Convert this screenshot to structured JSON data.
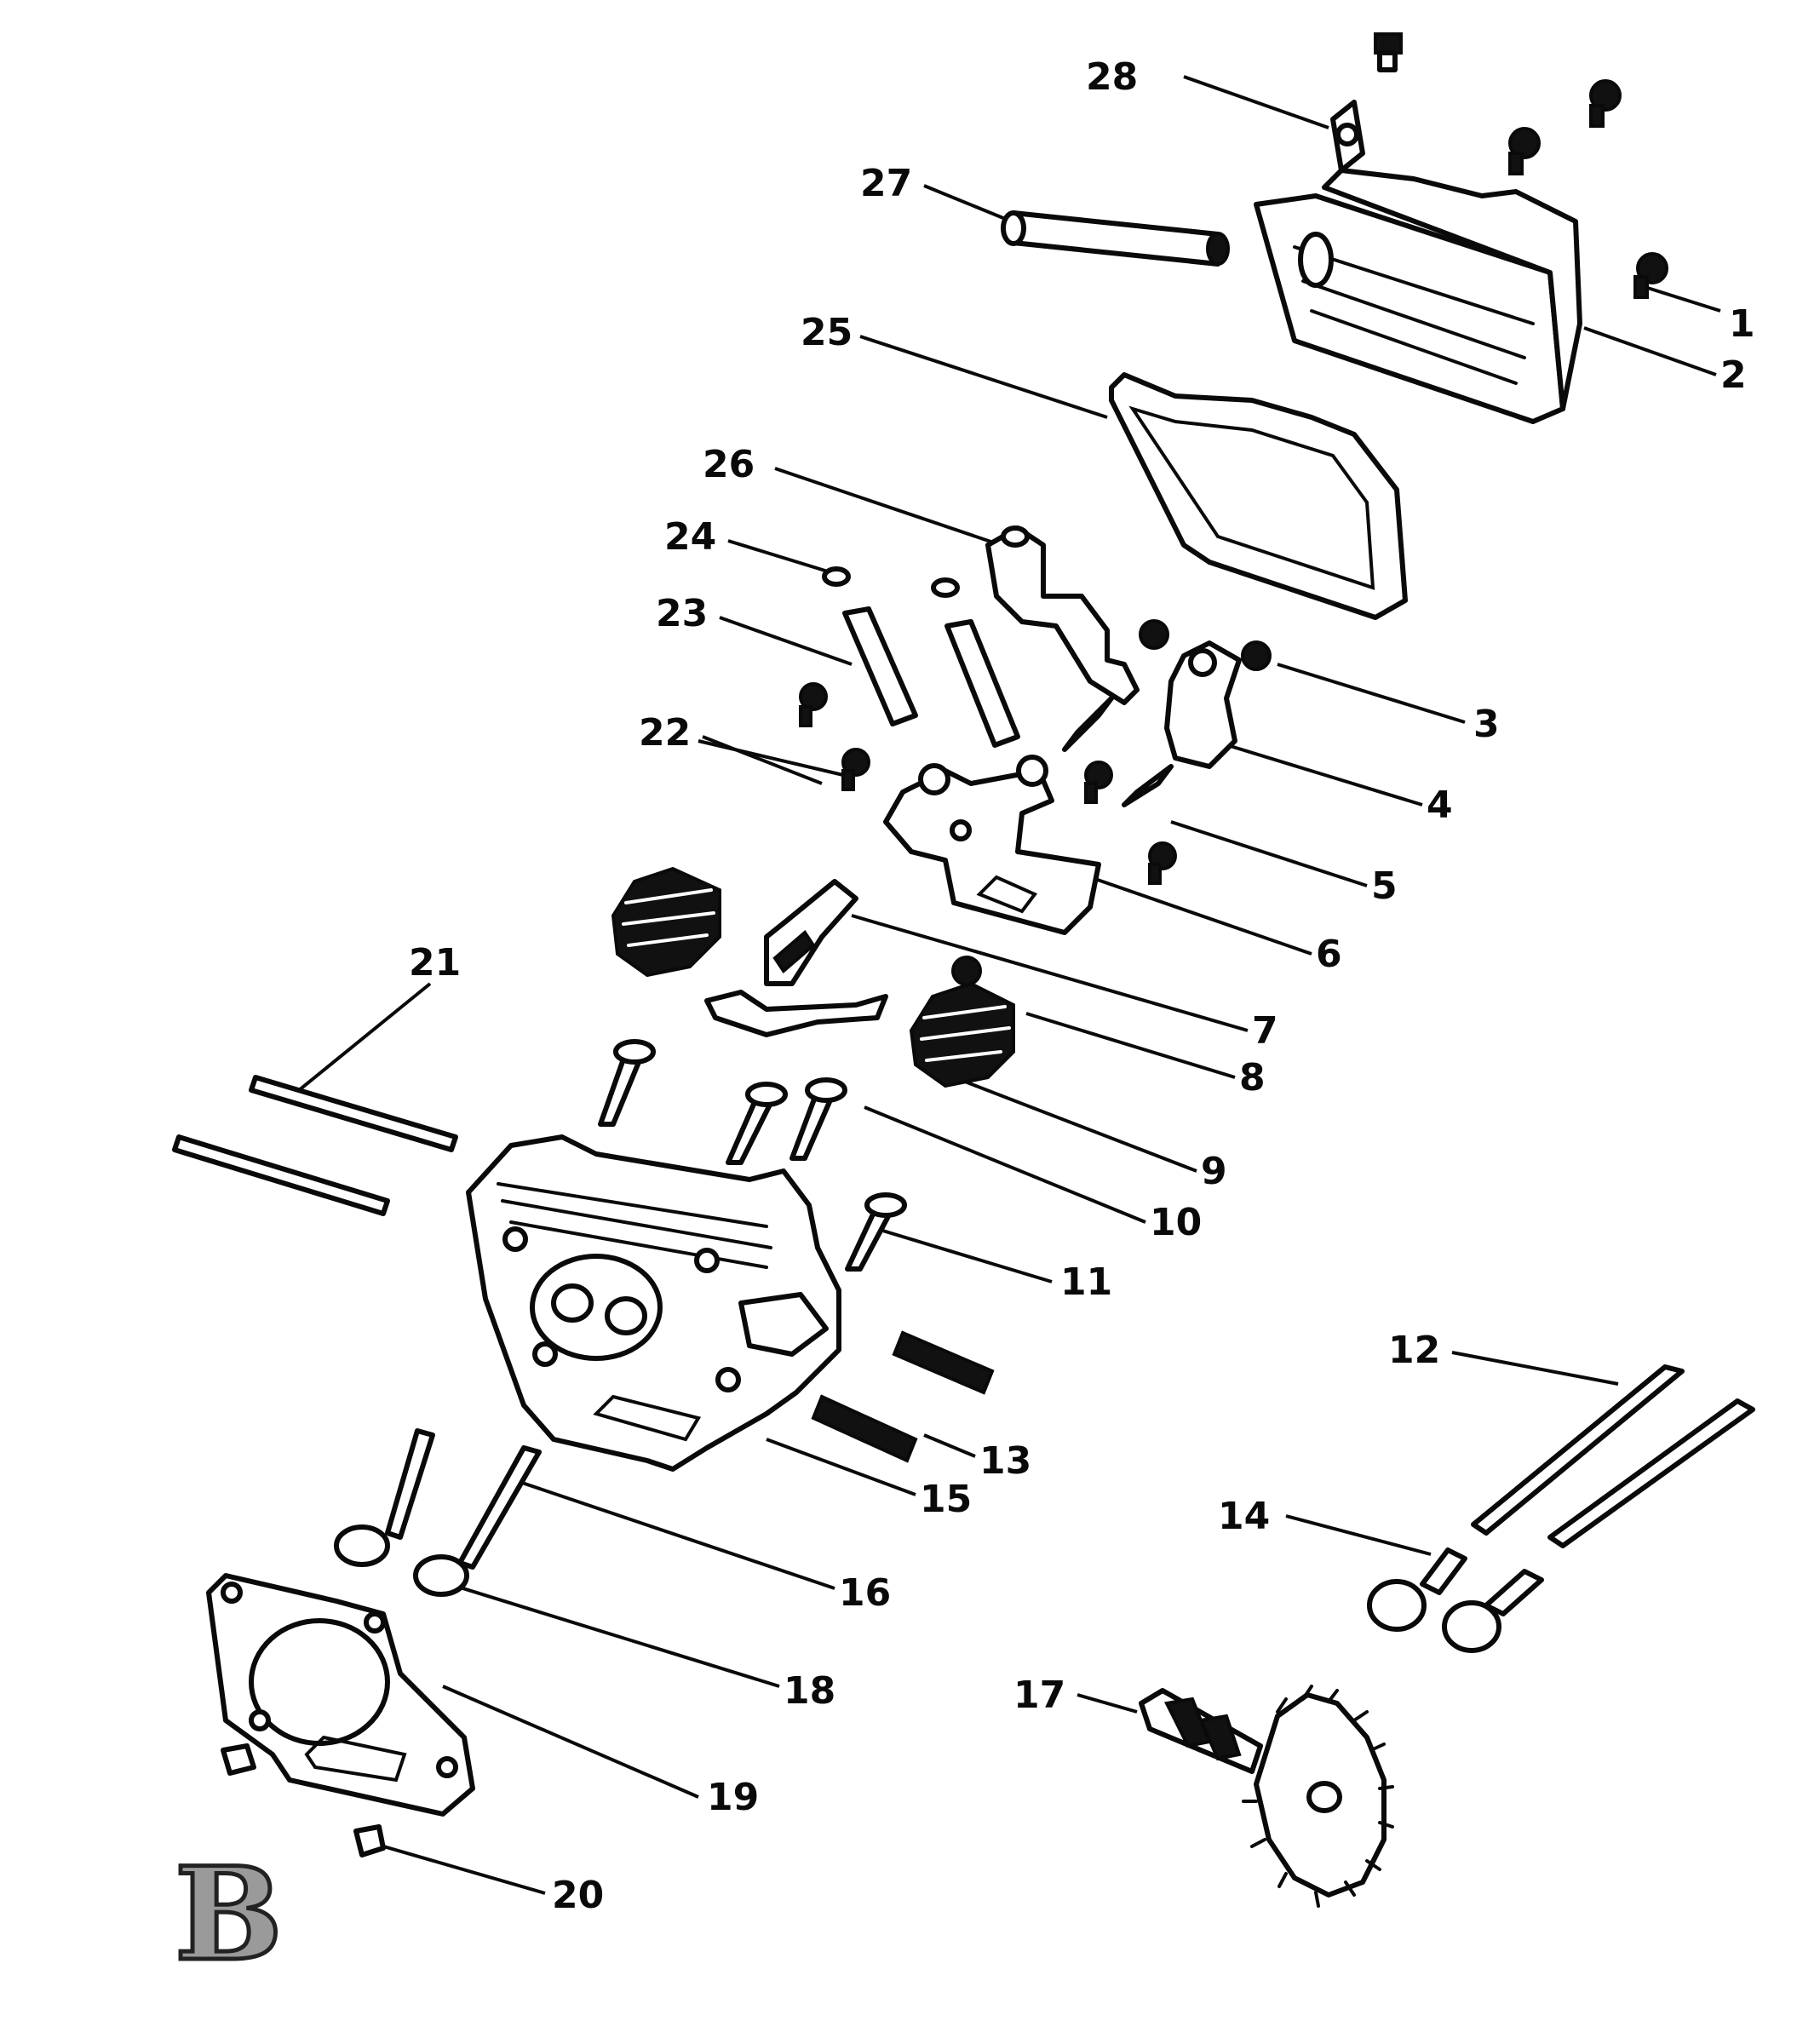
{
  "section_letter": "B",
  "callouts": {
    "c1": "1",
    "c2": "2",
    "c3": "3",
    "c4": "4",
    "c5": "5",
    "c6": "6",
    "c7": "7",
    "c8": "8",
    "c9": "9",
    "c10": "10",
    "c11": "11",
    "c12": "12",
    "c13": "13",
    "c14": "14",
    "c15": "15",
    "c16": "16",
    "c17": "17",
    "c18": "18",
    "c19": "19",
    "c20": "20",
    "c21": "21",
    "c22": "22",
    "c23": "23",
    "c24": "24",
    "c25": "25",
    "c26": "26",
    "c27": "27",
    "c28": "28"
  }
}
